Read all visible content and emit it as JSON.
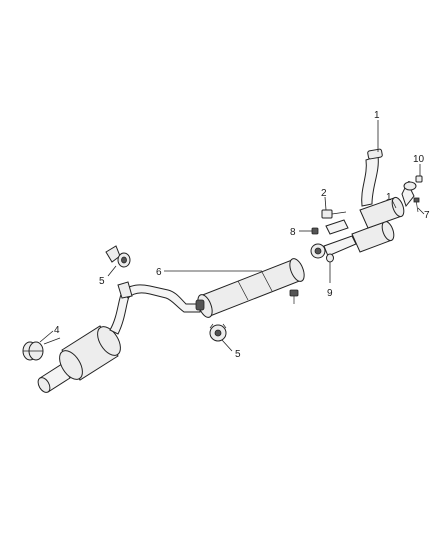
{
  "callouts": {
    "c1_top": "1",
    "c1_mid": "1",
    "c2": "2",
    "c4": "4",
    "c5_left": "5",
    "c5_bottom": "5",
    "c6": "6",
    "c7": "7",
    "c8": "8",
    "c9": "9",
    "c10": "10"
  }
}
